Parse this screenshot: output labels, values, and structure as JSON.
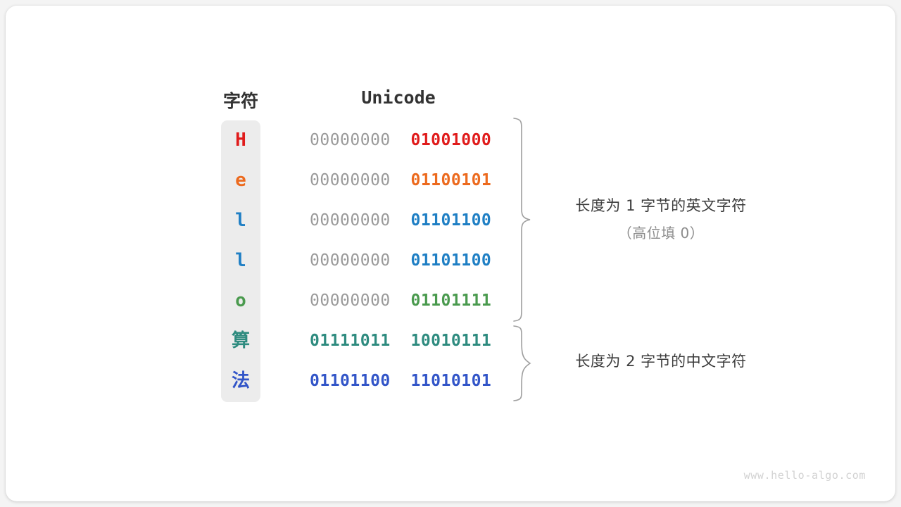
{
  "table": {
    "headers": {
      "character": "字符",
      "unicode": "Unicode"
    },
    "rows": [
      {
        "char": "H",
        "color": "#e01b1b",
        "high_byte": "00000000",
        "low_byte": "01001000",
        "high_is_padding": true
      },
      {
        "char": "e",
        "color": "#ec6a1e",
        "high_byte": "00000000",
        "low_byte": "01100101",
        "high_is_padding": true
      },
      {
        "char": "l",
        "color": "#1f7fc4",
        "high_byte": "00000000",
        "low_byte": "01101100",
        "high_is_padding": true
      },
      {
        "char": "l",
        "color": "#1f7fc4",
        "high_byte": "00000000",
        "low_byte": "01101100",
        "high_is_padding": true
      },
      {
        "char": "o",
        "color": "#4a9a4e",
        "high_byte": "00000000",
        "low_byte": "01101111",
        "high_is_padding": true
      },
      {
        "char": "算",
        "color": "#2e8b7f",
        "high_byte": "01111011",
        "low_byte": "10010111",
        "high_is_padding": false
      },
      {
        "char": "法",
        "color": "#3255c8",
        "high_byte": "01101100",
        "low_byte": "11010101",
        "high_is_padding": false
      }
    ]
  },
  "annotations": [
    {
      "line1": "长度为 1 字节的英文字符",
      "line2": "（高位填 0）"
    },
    {
      "line1": "长度为 2 字节的中文字符",
      "line2": ""
    }
  ],
  "watermark": "www.hello-algo.com",
  "colors": {
    "panel_background": "#ececec",
    "card_background": "#ffffff",
    "padding_bits": "#9a9a9a",
    "header_text": "#333333",
    "annotation_text": "#3c3c3c",
    "annotation_subtext": "#8c8c8c",
    "brace_stroke": "#9e9e9e",
    "watermark_text": "#d2d2d2"
  }
}
